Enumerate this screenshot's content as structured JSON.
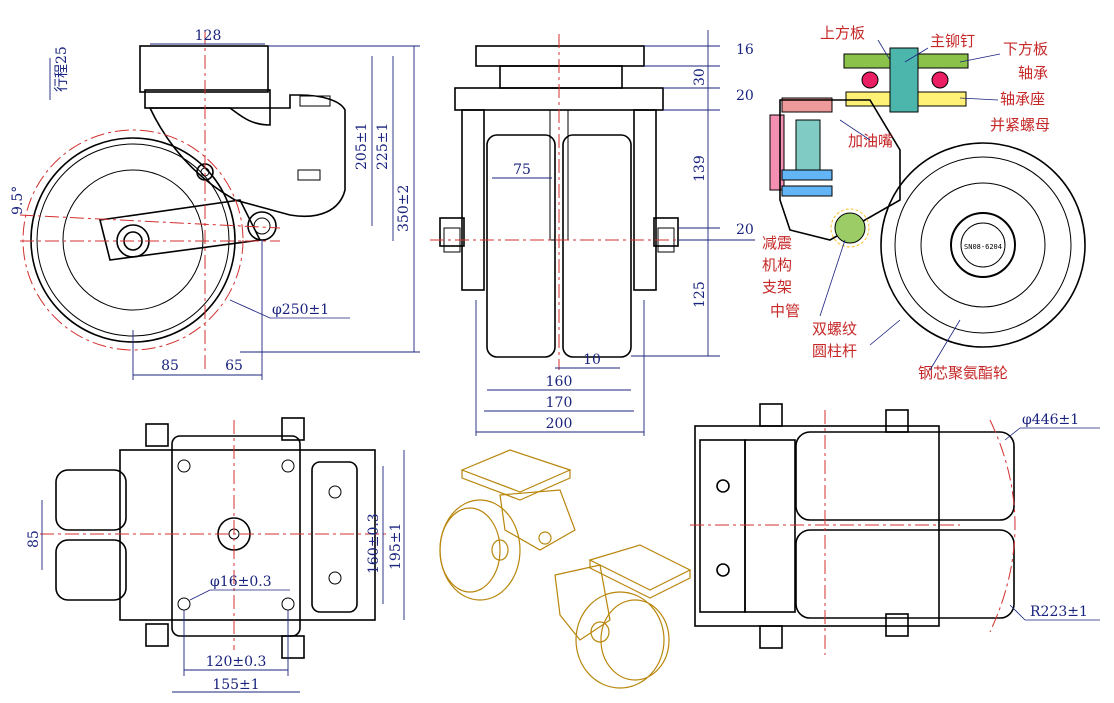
{
  "colors": {
    "outline": "#000000",
    "dimension": "#1a237e",
    "centerline": "#d32f2f",
    "label": "#c62828",
    "iso": "#b8860b"
  },
  "side_view": {
    "top_width": "128",
    "stroke_label": "行程25",
    "angle": "9.5°",
    "h205": "205±1",
    "h225": "225±1",
    "h350": "350±2",
    "wheel_dia": "φ250±1",
    "off85": "85",
    "off65": "65"
  },
  "front_view": {
    "d16": "16",
    "d30": "30",
    "d20a": "20",
    "d139": "139",
    "d20b": "20",
    "d125": "125",
    "d75": "75",
    "d10": "10",
    "w160": "160",
    "w170": "170",
    "w200": "200"
  },
  "section_labels": {
    "top_plate": "上方板",
    "main_rivet": "主铆钉",
    "bottom_plate": "下方板",
    "bearing": "轴承",
    "bearing_seat": "轴承座",
    "lock_nut": "并紧螺母",
    "grease": "加油嘴",
    "shock1": "减震",
    "shock2": "机构",
    "bracket": "支架",
    "mid_tube": "中管",
    "thread1": "双螺纹",
    "thread2": "圆柱杆",
    "wheel": "钢芯聚氨酯轮",
    "hub_text": "SN08-6204"
  },
  "plan_view": {
    "d85": "85",
    "h160": "160±0.3",
    "h195": "195±1",
    "hole": "φ16±0.3",
    "w120": "120±0.3",
    "w155": "155±1"
  },
  "bottom_view": {
    "swing_dia": "φ446±1",
    "radius": "R223±1"
  }
}
